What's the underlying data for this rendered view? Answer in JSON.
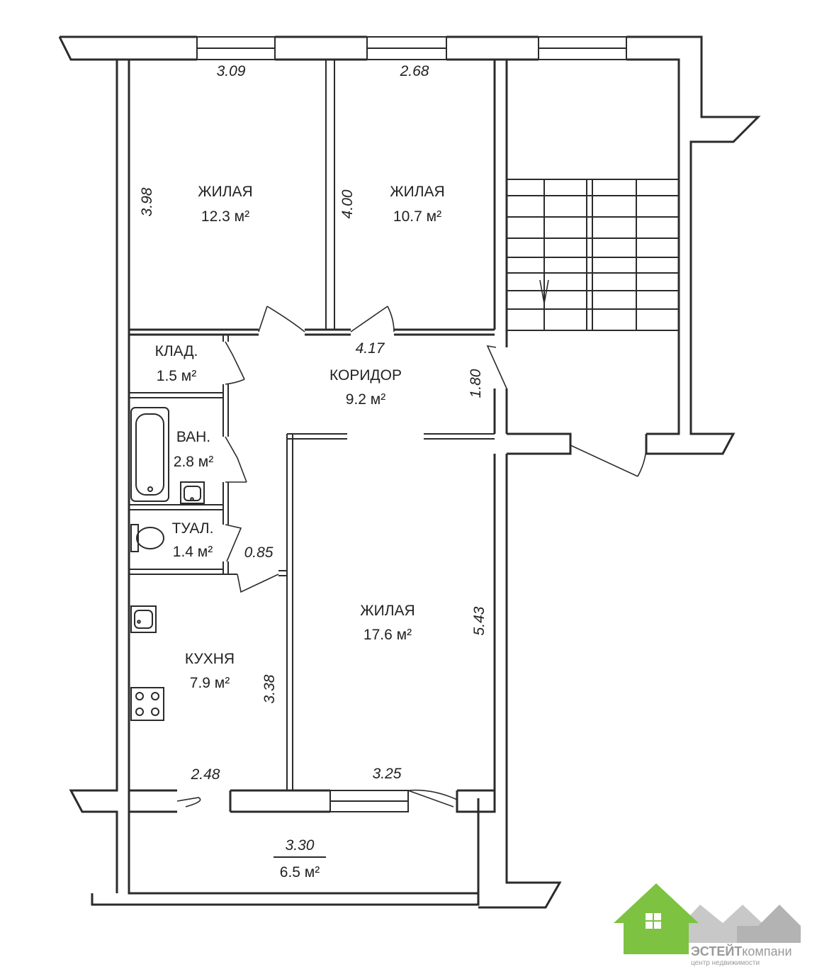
{
  "rooms": {
    "bedroom1": {
      "name": "ЖИЛАЯ",
      "area": "12.3 м²",
      "width": "3.09",
      "depth": "3.98"
    },
    "bedroom2": {
      "name": "ЖИЛАЯ",
      "area": "10.7 м²",
      "width": "2.68",
      "depth": "4.00"
    },
    "storage": {
      "name": "КЛАД.",
      "area": "1.5 м²"
    },
    "corridor": {
      "name": "КОРИДОР",
      "area": "9.2 м²",
      "width": "4.17",
      "depth": "1.80"
    },
    "bathroom": {
      "name": "ВАН.",
      "area": "2.8 м²"
    },
    "toilet": {
      "name": "ТУАЛ.",
      "area": "1.4 м²",
      "width": "0.85"
    },
    "kitchen": {
      "name": "КУХНЯ",
      "area": "7.9 м²",
      "width": "2.48",
      "depth": "3.38"
    },
    "living": {
      "name": "ЖИЛАЯ",
      "area": "17.6 м²",
      "width": "3.25",
      "depth": "5.43"
    },
    "balcony": {
      "area": "6.5 м²",
      "width": "3.30"
    }
  },
  "logo": {
    "name_part1": "ЭСТЕЙТ",
    "name_part2": "компани",
    "tagline": "центр недвижимости",
    "colors": {
      "green": "#7dc241",
      "gray": "#9a9a9a"
    }
  }
}
